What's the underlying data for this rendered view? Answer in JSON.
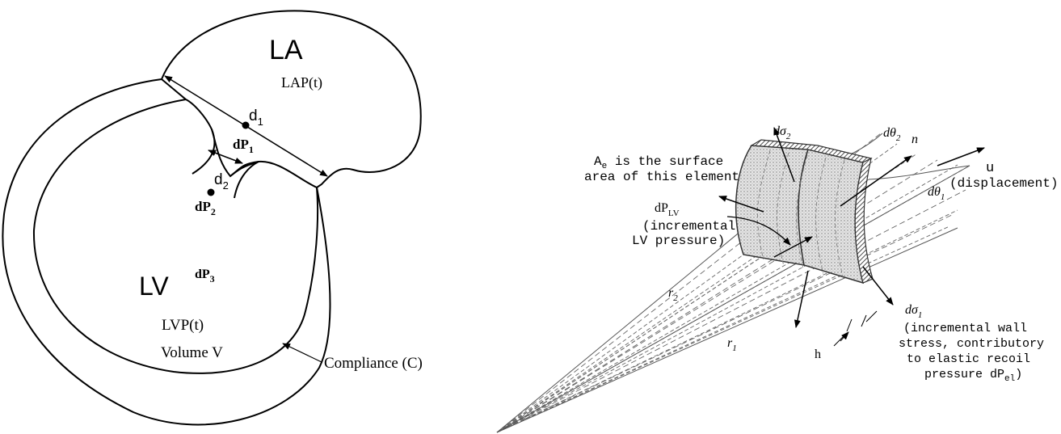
{
  "left_panel": {
    "la_label": "LA",
    "lap_label": "LAP(t)",
    "d1_base": "d",
    "d1_sub": "1",
    "dp1_base": "dP",
    "dp1_sub": "1",
    "d2_base": "d",
    "d2_sub": "2",
    "dp2_base": "dP",
    "dp2_sub": "2",
    "lv_label": "LV",
    "dp3_base": "dP",
    "dp3_sub": "3",
    "lvp_label": "LVP(t)",
    "volume_label": "Volume V",
    "compliance_label": "Compliance (C)"
  },
  "right_panel": {
    "dsigma2_base": "dσ",
    "dsigma2_sub": "2",
    "dtheta2_base": "dθ",
    "dtheta2_sub": "2",
    "n_label": "n",
    "u_label": "u",
    "displacement_label": "(displacement)",
    "dtheta1_base": "dθ",
    "dtheta1_sub": "1",
    "ae_line1_base": "A",
    "ae_line1_sub": "e",
    "ae_line1_rest": " is the surface",
    "ae_line2": "area of this element",
    "dplv_base": "dP",
    "dplv_sub": "LV",
    "incr_lv_line1": "(incremental",
    "incr_lv_line2": "LV pressure)",
    "r2_base": "r",
    "r2_sub": "2",
    "r1_base": "r",
    "r1_sub": "1",
    "h_label": "h",
    "dsigma1_base": "dσ",
    "dsigma1_sub": "1",
    "stress_line1": "(incremental wall",
    "stress_line2": "stress, contributory",
    "stress_line3": "to elastic recoil",
    "stress_line4_base": "pressure dP",
    "stress_line4_sub": "el",
    "stress_line4_rest": ")"
  }
}
